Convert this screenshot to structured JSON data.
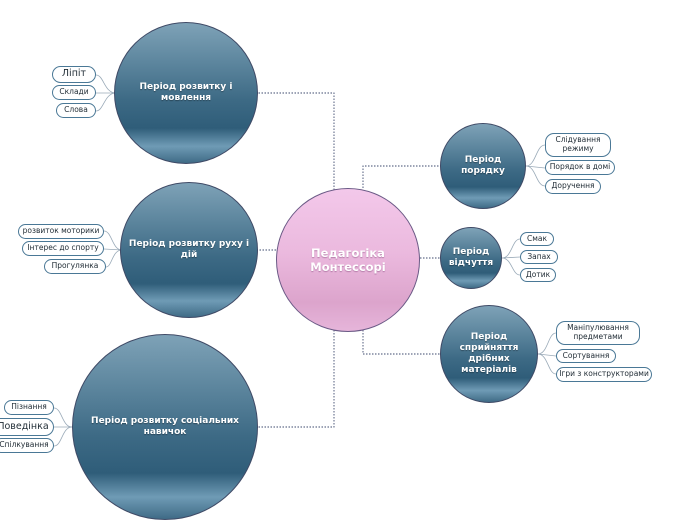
{
  "center": {
    "label": "Педагогіка Монтессорі"
  },
  "branches": {
    "speech": {
      "label": "Період розвитку і мовлення",
      "items": [
        "Ліпіт",
        "Склади",
        "Слова"
      ]
    },
    "movement": {
      "label": "Період розвитку руху і дій",
      "items": [
        "розвиток моторики",
        "Інтерес до спорту",
        "Прогулянка"
      ]
    },
    "social": {
      "label": "Період розвитку соціальних навичок",
      "items": [
        "Пізнання",
        "Поведінка",
        "Спілкування"
      ]
    },
    "order": {
      "label": "Період порядку",
      "items": [
        "Слідування режиму",
        "Порядок в домі",
        "Доручення"
      ]
    },
    "senses": {
      "label": "Період відчуття",
      "items": [
        "Смак",
        "Запах",
        "Дотик"
      ]
    },
    "materials": {
      "label": "Період сприйняття дрібних матеріалів",
      "items": [
        "Маніпулювання предметами",
        "Сортування",
        "Ігри з конструкторами"
      ]
    }
  },
  "colors": {
    "branch_fill": "#3d6a85",
    "center_fill": "#ebb9de",
    "connector": "#3d4a6e",
    "leaf_border": "#4a7896"
  }
}
